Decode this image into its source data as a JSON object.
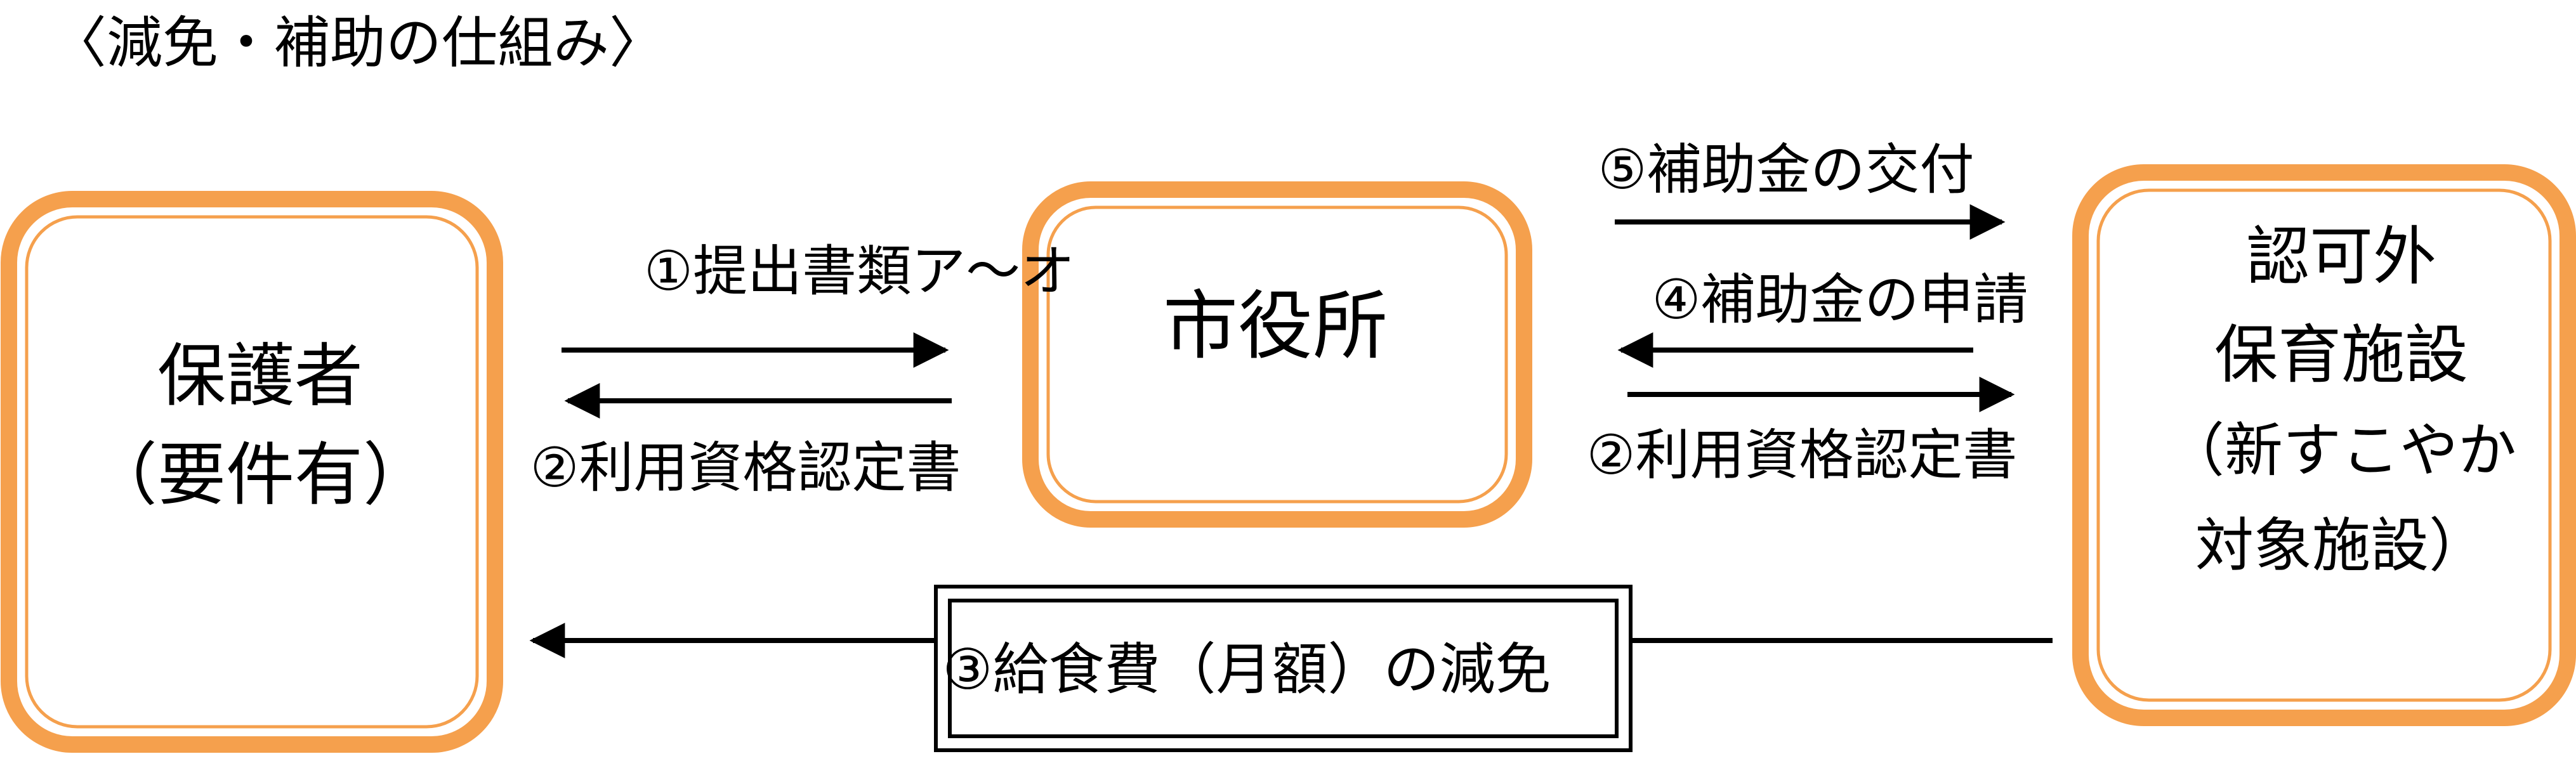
{
  "title": "〈減免・補助の仕組み〉",
  "nodes": {
    "guardian": {
      "line1": "保護者",
      "line2": "（要件有）"
    },
    "city_hall": {
      "label": "市役所"
    },
    "facility": {
      "line1": "認可外",
      "line2": "保育施設",
      "line3": "（新すこやか",
      "line4": "対象施設）"
    }
  },
  "arrows": {
    "submit_documents": "①提出書類ア～オ",
    "eligibility_cert_to_guardian": "②利用資格認定書",
    "subsidy_grant": "⑤補助金の交付",
    "subsidy_application": "④補助金の申請",
    "eligibility_cert_to_facility": "②利用資格認定書",
    "meal_fee_reduction": "③給食費（月額）の減免"
  },
  "colors": {
    "box_border": "#F5A04D",
    "line": "#000000",
    "background": "#FFFFFF"
  }
}
